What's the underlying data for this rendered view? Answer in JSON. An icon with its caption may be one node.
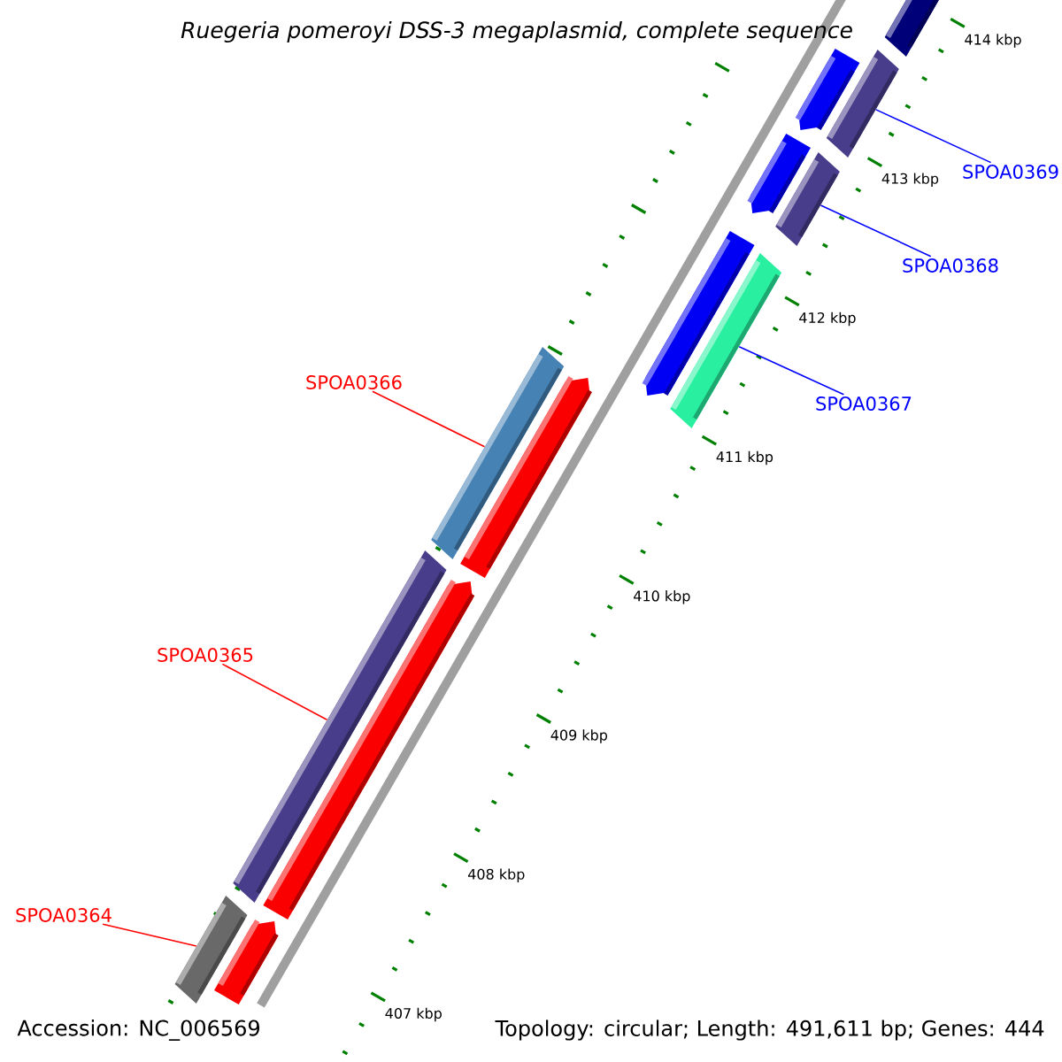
{
  "diagram": {
    "title": "Ruegeria pomeroyi DSS-3 megaplasmid, complete sequence",
    "nodes": [
      {
        "text": [
          "SPOA0369"
        ]
      },
      {
        "text": [
          "SPOA0368"
        ]
      },
      {
        "text": [
          "SPOA0367"
        ]
      },
      {
        "text": [
          "SPOA0366"
        ]
      },
      {
        "text": [
          "SPOA0365"
        ]
      },
      {
        "text": [
          "SPOA0364"
        ]
      },
      {
        "text": [],
        "shape": "bar"
      },
      {
        "text": [],
        "shape": "bar"
      },
      {
        "text": [],
        "shape": "bar"
      },
      {
        "text": [],
        "shape": "bar"
      },
      {
        "text": [],
        "shape": "bar"
      },
      {
        "text": [],
        "shape": "bar"
      },
      {
        "text": [],
        "shape": "bar"
      },
      {
        "text": [],
        "shape": "bar"
      },
      {
        "text": [],
        "shape": "bar"
      },
      {
        "text": [],
        "shape": "bar"
      },
      {
        "text": [],
        "shape": "bar"
      },
      {
        "text": [],
        "shape": "bar"
      },
      {
        "text": [],
        "shape": "bar"
      }
    ],
    "edges": [
      {
        "from": 0,
        "to": 8,
        "arrow": "none",
        "color": "#0000ff"
      },
      {
        "from": 1,
        "to": 10,
        "arrow": "none",
        "color": "#0000ff"
      },
      {
        "from": 2,
        "to": 12,
        "arrow": "none",
        "color": "#0000ff"
      },
      {
        "from": 3,
        "to": 13,
        "arrow": "none",
        "color": "#ff0000"
      },
      {
        "from": 4,
        "to": 15,
        "arrow": "none",
        "color": "#ff0000"
      },
      {
        "from": 5,
        "to": 17,
        "arrow": "none",
        "color": "#ff0000"
      }
    ],
    "labels": [
      "414 kbp",
      "413 kbp",
      "412 kbp",
      "411 kbp",
      "410 kbp",
      "409 kbp",
      "408 kbp",
      "407 kbp",
      "Accession: NC_006569",
      "Topology: circular; Length: 491,611 bp; Genes: 444"
    ]
  }
}
